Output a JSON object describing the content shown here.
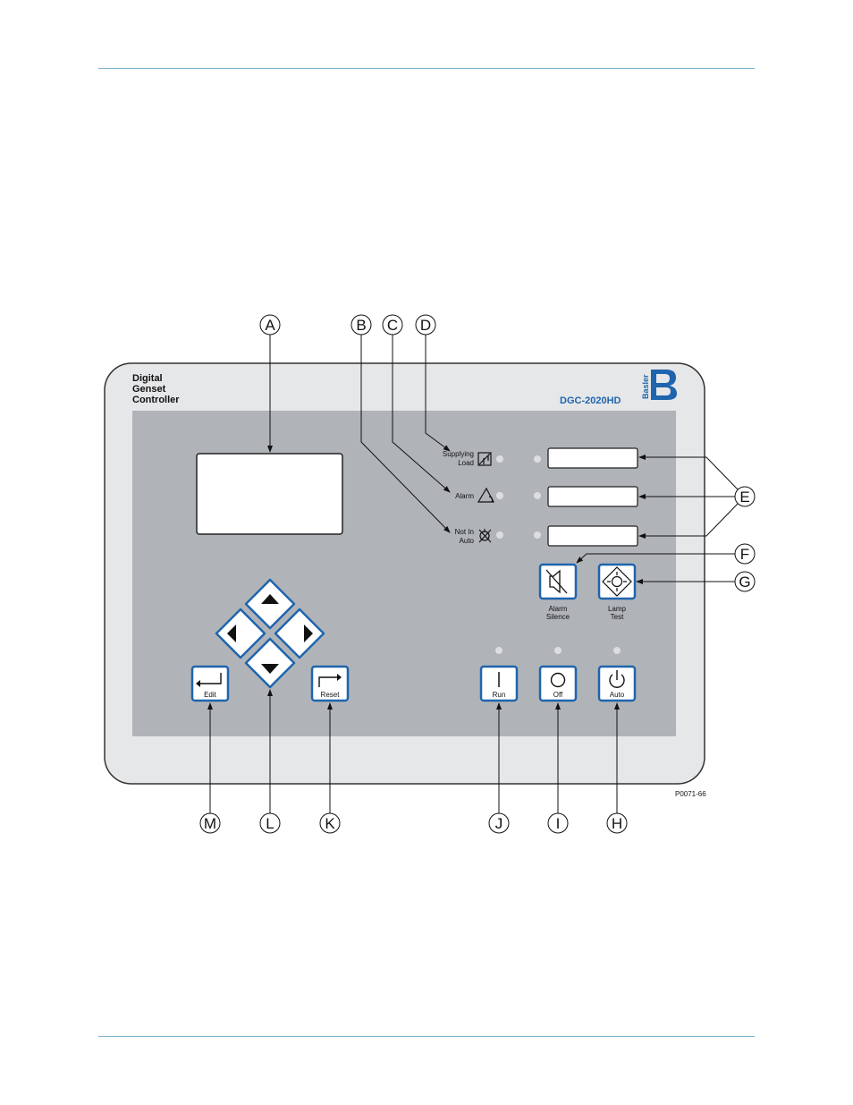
{
  "panel": {
    "title_lines": [
      "Digital",
      "Genset",
      "Controller"
    ],
    "model": "DGC-2020HD",
    "brand": "Basler",
    "figure_id": "P0071-66",
    "colors": {
      "panel_face": "#b0b4b9",
      "bezel": "#e6e7e8",
      "accent_blue": "#1f65ad",
      "button_face": "#ffffff",
      "led_off": "#dcdde0"
    }
  },
  "indicators": {
    "supplying_load": {
      "line1": "Supplying",
      "line2": "Load",
      "icon": "supplying-load-icon"
    },
    "alarm": {
      "line1": "Alarm",
      "icon": "alarm-bell-icon"
    },
    "not_in_auto": {
      "line1": "Not In",
      "line2": "Auto",
      "icon": "not-in-auto-icon"
    }
  },
  "buttons": {
    "alarm_silence": {
      "line1": "Alarm",
      "line2": "Silence",
      "icon": "speaker-muted-icon"
    },
    "lamp_test": {
      "line1": "Lamp",
      "line2": "Test",
      "icon": "lamp-test-icon"
    },
    "edit": {
      "label": "Edit",
      "icon": "enter-arrow-icon"
    },
    "reset": {
      "label": "Reset",
      "icon": "reset-arrow-icon"
    },
    "run": {
      "label": "Run",
      "icon": "run-bar-icon"
    },
    "off": {
      "label": "Off",
      "icon": "off-circle-icon"
    },
    "auto": {
      "label": "Auto",
      "icon": "power-icon"
    },
    "nav": [
      "up-arrow-icon",
      "left-arrow-icon",
      "right-arrow-icon",
      "down-arrow-icon"
    ]
  },
  "callouts": {
    "A": "A",
    "B": "B",
    "C": "C",
    "D": "D",
    "E": "E",
    "F": "F",
    "G": "G",
    "H": "H",
    "I": "I",
    "J": "J",
    "K": "K",
    "L": "L",
    "M": "M"
  }
}
